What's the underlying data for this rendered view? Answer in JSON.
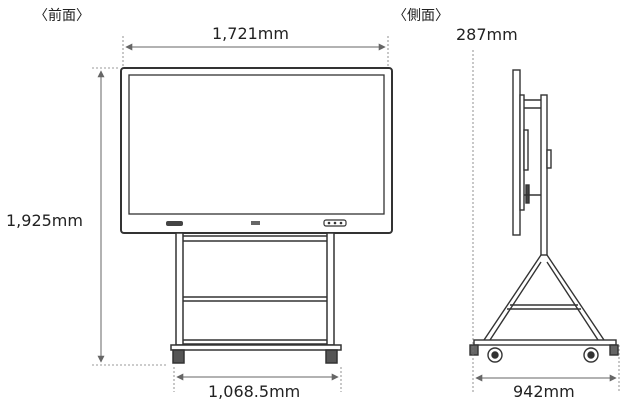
{
  "views": {
    "front_label": "〈前面〉",
    "side_label": "〈側面〉"
  },
  "dimensions": {
    "front_width": "1,721mm",
    "front_height": "1,925mm",
    "stand_width": "1,068.5mm",
    "side_depth_top": "287mm",
    "side_depth_base": "942mm"
  },
  "colors": {
    "line": "#333333",
    "dim_line": "#666666",
    "screen": "#ffffff"
  }
}
